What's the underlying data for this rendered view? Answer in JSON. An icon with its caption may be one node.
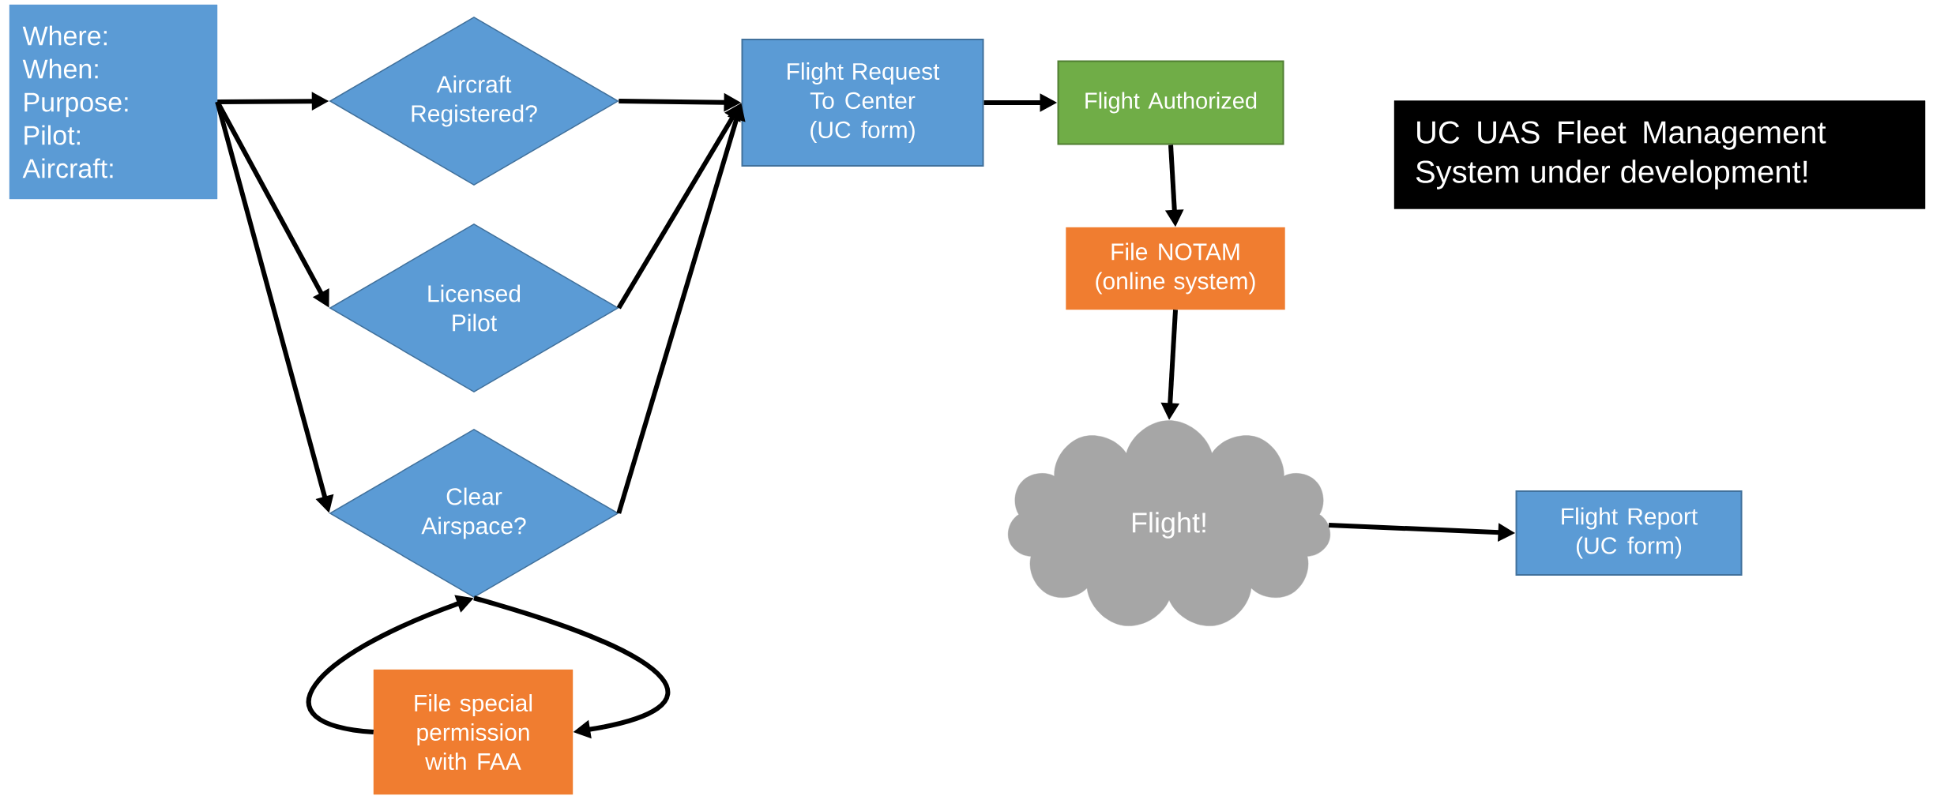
{
  "diagram": {
    "nodes": [
      {
        "text": [
          "Where:",
          "When:",
          "Purpose:",
          "Pilot:",
          "Aircraft:"
        ]
      },
      {
        "text": [
          "Aircraft Registered?"
        ]
      },
      {
        "text": [
          "Licensed Pilot"
        ]
      },
      {
        "text": [
          "Clear Airspace?"
        ]
      },
      {
        "text": [
          "Flight Request To Center (UC form)"
        ]
      },
      {
        "text": [
          "Flight Authorized"
        ]
      },
      {
        "text": [
          "File NOTAM (online system)"
        ]
      },
      {
        "text": [
          "Flight!"
        ]
      },
      {
        "text": [
          "Flight Report (UC form)"
        ]
      },
      {
        "text": [
          "File special permission with FAA"
        ]
      },
      {
        "text": [
          "UC UAS Fleet Management System under development!"
        ]
      }
    ],
    "edges": [
      {
        "from": 0,
        "to": 1,
        "arrow": "to"
      },
      {
        "from": 0,
        "to": 2,
        "arrow": "to"
      },
      {
        "from": 0,
        "to": 3,
        "arrow": "to"
      },
      {
        "from": 1,
        "to": 4,
        "arrow": "to"
      },
      {
        "from": 2,
        "to": 4,
        "arrow": "to"
      },
      {
        "from": 3,
        "to": 4,
        "arrow": "to"
      },
      {
        "from": 4,
        "to": 5,
        "arrow": "to"
      },
      {
        "from": 5,
        "to": 6,
        "arrow": "to"
      },
      {
        "from": 6,
        "to": 7,
        "arrow": "to"
      },
      {
        "from": 7,
        "to": 8,
        "arrow": "to"
      },
      {
        "from": 9,
        "to": 3,
        "arrow": "to"
      },
      {
        "from": 3,
        "to": 9,
        "arrow": "to"
      }
    ]
  }
}
